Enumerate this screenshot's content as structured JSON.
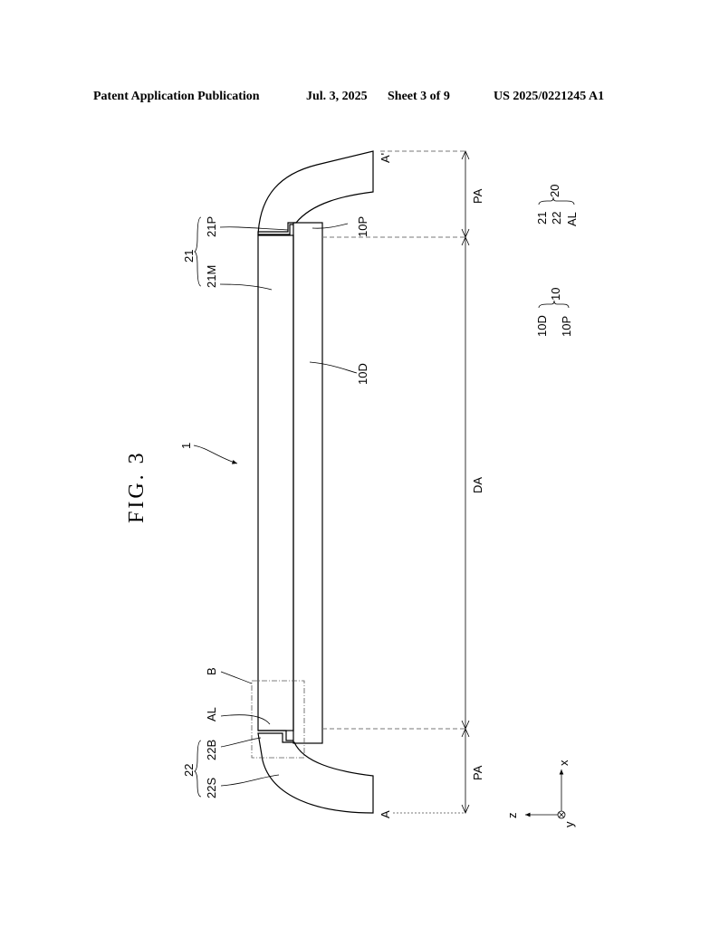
{
  "header": {
    "publication": "Patent Application Publication",
    "date": "Jul. 3, 2025",
    "sheet": "Sheet 3 of 9",
    "number": "US 2025/0221245 A1"
  },
  "figure": {
    "title": "FIG. 3",
    "ref_device": "1",
    "labels": {
      "a_prime": "A'",
      "a": "A",
      "l21p": "21P",
      "l21": "21",
      "l21m": "21M",
      "l10p": "10P",
      "l10d": "10D",
      "lb": "B",
      "lal": "AL",
      "l22b": "22B",
      "l22": "22",
      "l22s": "22S"
    },
    "dimensions": {
      "pa_top": "PA",
      "da": "DA",
      "pa_bottom": "PA"
    },
    "legend": {
      "g20": {
        "items": [
          "21",
          "22",
          "AL"
        ],
        "group": "20"
      },
      "g10": {
        "items": [
          "10D",
          "10P"
        ],
        "group": "10"
      }
    },
    "axes": {
      "x": "x",
      "y": "y",
      "z": "z"
    }
  }
}
